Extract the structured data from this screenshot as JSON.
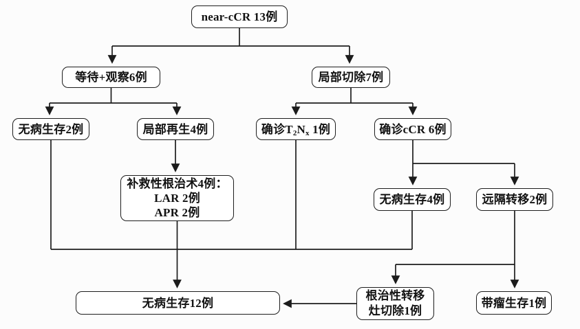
{
  "colors": {
    "background": "#fcfcfc",
    "box_background": "#ffffff",
    "box_border": "#1c1c1c",
    "line": "#1c1c1c",
    "text": "#121212"
  },
  "nodes": {
    "root": {
      "label": "near-cCR 13例"
    },
    "watch_wait": {
      "label": "等待+观察6例"
    },
    "local_excision": {
      "label": "局部切除7例"
    },
    "dfs2": {
      "label": "无病生存2例"
    },
    "regrowth": {
      "label": "局部再生4例"
    },
    "t2nx": {
      "prefix": "确诊T",
      "sub1": "2",
      "mid": "N",
      "sub2": "x",
      "suffix": " 1例"
    },
    "ccr6": {
      "label": "确诊cCR 6例"
    },
    "salvage": {
      "line1": "补救性根治术4例：",
      "line2": "LAR 2例",
      "line3": "APR 2例"
    },
    "dfs4": {
      "label": "无病生存4例"
    },
    "distant_mets": {
      "label": "远隔转移2例"
    },
    "dfs12": {
      "label": "无病生存12例"
    },
    "radical_met_resection": {
      "line1": "根治性转移",
      "line2": "灶切除1例"
    },
    "tumor_bearing": {
      "label": "带瘤生存1例"
    }
  }
}
